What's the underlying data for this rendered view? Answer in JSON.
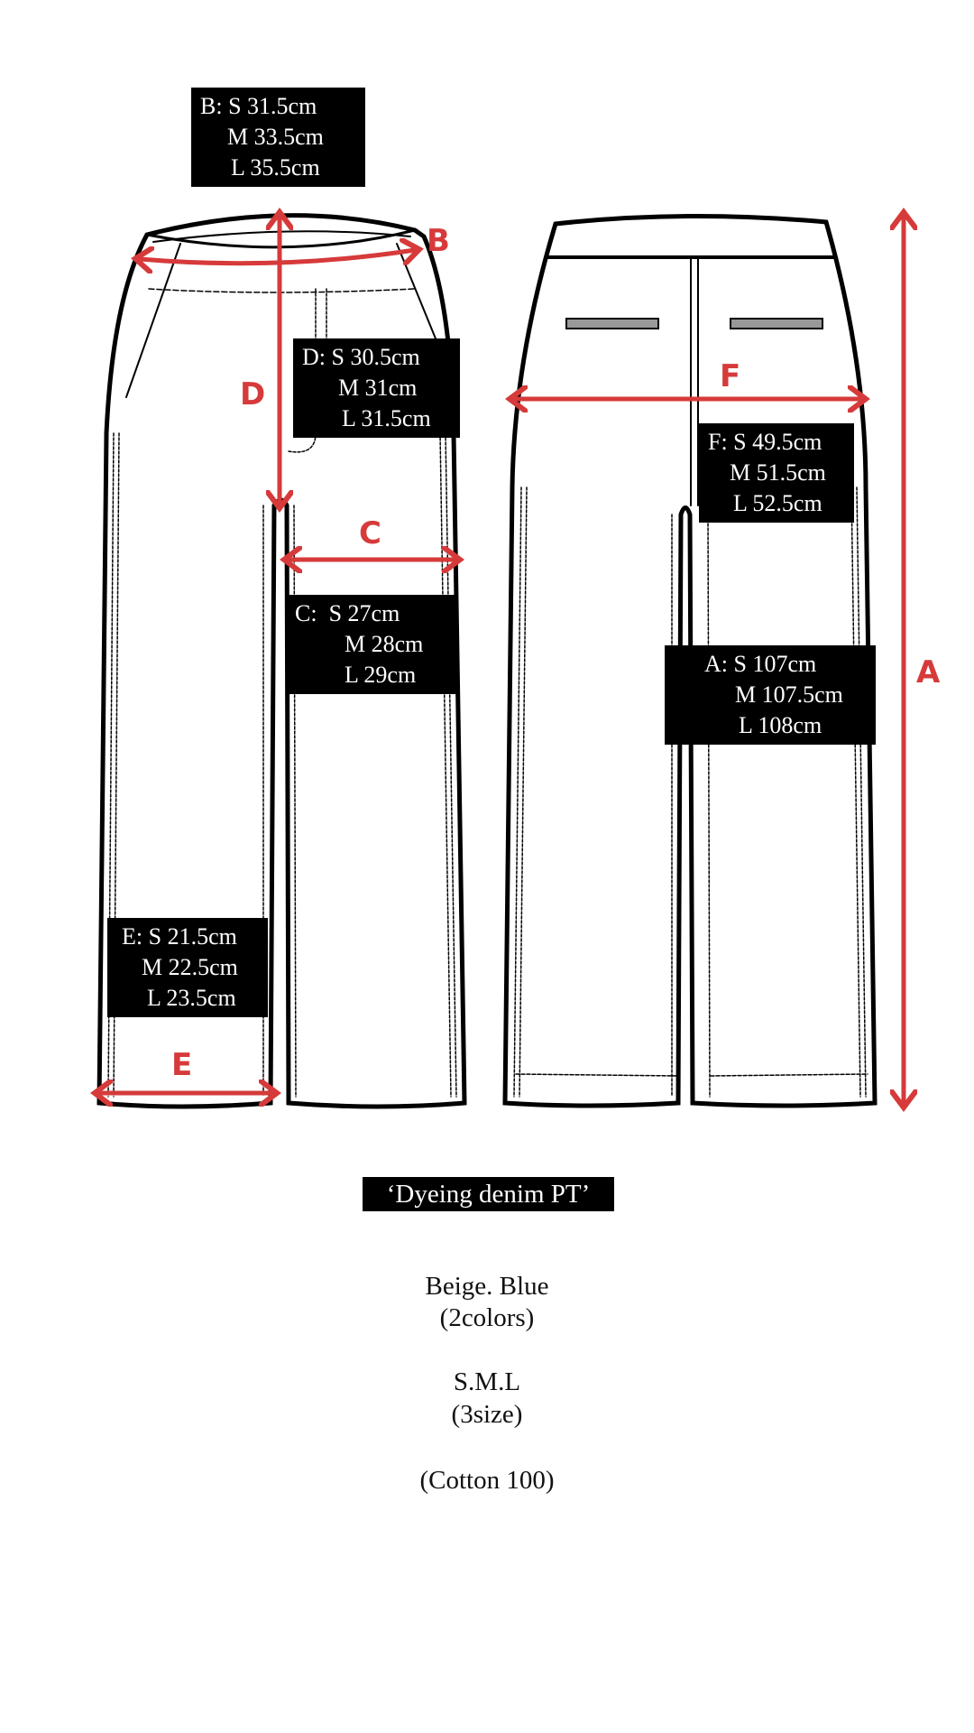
{
  "accent_color": "#d63a3a",
  "measurements": {
    "A": {
      "letter": "A",
      "s": "A: S 107cm",
      "m": "M 107.5cm",
      "l": "L 108cm"
    },
    "B": {
      "letter": "B",
      "s": "B: S 31.5cm",
      "m": "M 33.5cm",
      "l": "L 35.5cm"
    },
    "C": {
      "letter": "C",
      "s": "C:  S 27cm",
      "m": "M 28cm",
      "l": "L 29cm"
    },
    "D": {
      "letter": "D",
      "s": "D: S 30.5cm",
      "m": "M 31cm",
      "l": "L 31.5cm"
    },
    "E": {
      "letter": "E",
      "s": "E: S 21.5cm",
      "m": "M 22.5cm",
      "l": "L 23.5cm"
    },
    "F": {
      "letter": "F",
      "s": "F: S 49.5cm",
      "m": "M 51.5cm",
      "l": "L 52.5cm"
    }
  },
  "product": {
    "title": "‘Dyeing denim PT’",
    "colors": "Beige. Blue",
    "colors_count": "(2colors)",
    "sizes": "S.M.L",
    "sizes_count": "(3size)",
    "material": "(Cotton 100)"
  }
}
